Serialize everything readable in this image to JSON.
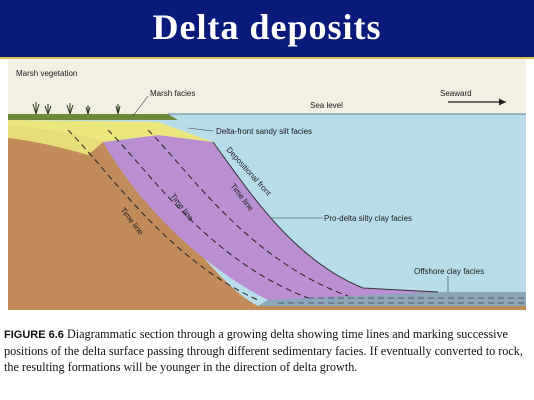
{
  "slide": {
    "title": "Delta deposits"
  },
  "diagram": {
    "labels": {
      "marsh_vegetation": "Marsh vegetation",
      "marsh_facies": "Marsh facies",
      "sea_level": "Sea level",
      "seaward": "Seaward",
      "delta_front": "Delta-front sandy silt facies",
      "depositional_front": "Depositional front",
      "time_line_1": "Time line",
      "time_line_2": "Time line",
      "time_line_3": "Time line",
      "prodelta": "Pro-delta silty clay facies",
      "offshore": "Offshore clay facies"
    },
    "colors": {
      "water": "#b9dcea",
      "land": "#c28b5a",
      "marsh": "#6d8a3a",
      "delta_front": "#ece77c",
      "prodelta": "#b98fd2",
      "offshore": "#8aa6b8"
    }
  },
  "caption": {
    "figure_number": "FIGURE 6.6",
    "text": " Diagrammatic section through a growing delta showing time lines and marking successive positions of the delta surface passing through different sedimentary facies. If eventually converted to rock, the resulting formations will be younger in the direction of delta growth."
  },
  "watermark": {
    "text": ""
  }
}
